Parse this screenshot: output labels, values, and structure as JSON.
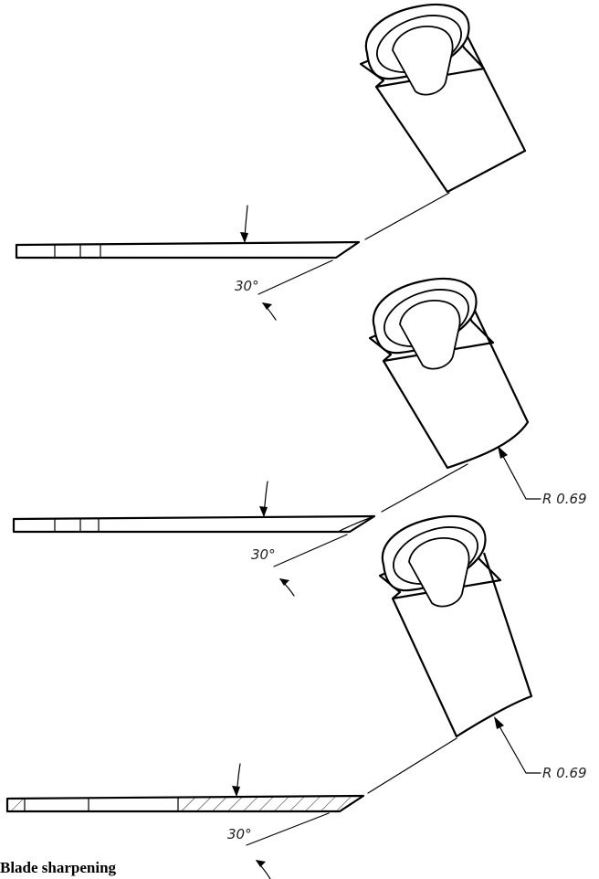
{
  "angle_label_1": "30°",
  "angle_label_2": "30°",
  "angle_label_3": "30°",
  "radius_label_2": "R 0.69",
  "radius_label_3": "R 0.69",
  "caption": "Blade sharpening"
}
